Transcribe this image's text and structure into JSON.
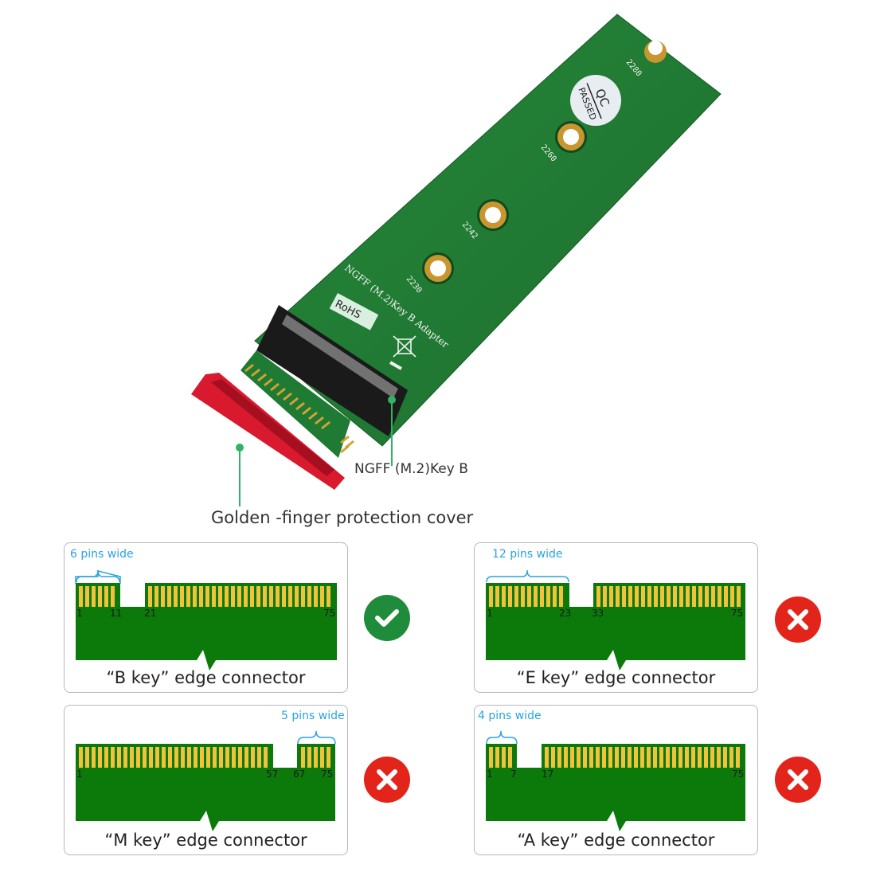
{
  "product": {
    "board_silkscreen": {
      "title": "NGFF (M.2)Key B Adapter",
      "rohs": "RoHS",
      "qc_sticker": [
        "QC",
        "PASSED"
      ],
      "mount_holes": [
        "2230",
        "2242",
        "2260",
        "2280"
      ]
    },
    "callouts": {
      "connector": "NGFF (M.2)Key B",
      "cover": "Golden -finger protection cover"
    },
    "colors": {
      "pcb_green": "#1f7a33",
      "gold": "#d4a233",
      "cover_red": "#d8192e",
      "callout_green": "#2fb365"
    }
  },
  "panels": [
    {
      "id": "b-key",
      "caption": "“B key”  edge connector",
      "width_label": "6 pins wide",
      "pin_labels": [
        "1",
        "11",
        "21",
        "75"
      ],
      "status": "compatible",
      "status_icon": "check-icon"
    },
    {
      "id": "e-key",
      "caption": "“E key”  edge connector",
      "width_label": "12 pins wide",
      "pin_labels": [
        "1",
        "23",
        "33",
        "75"
      ],
      "status": "incompatible",
      "status_icon": "x-icon"
    },
    {
      "id": "m-key",
      "caption": "“M key”  edge connector",
      "width_label": "5 pins wide",
      "pin_labels": [
        "1",
        "57",
        "67",
        "75"
      ],
      "status": "incompatible",
      "status_icon": "x-icon"
    },
    {
      "id": "a-key",
      "caption": "“A key”  edge connector",
      "width_label": "4 pins wide",
      "pin_labels": [
        "1",
        "7",
        "17",
        "75"
      ],
      "status": "incompatible",
      "status_icon": "x-icon"
    }
  ],
  "legend_colors": {
    "connector_green": "#0b7a0b",
    "pin_gold": "#f2c23a",
    "width_label_blue": "#2aa3e0",
    "ok_green": "#1e8c3a",
    "bad_red": "#e3241b"
  }
}
